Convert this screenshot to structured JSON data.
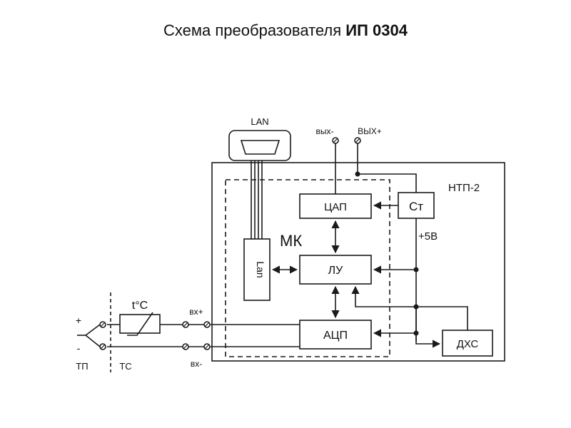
{
  "title": {
    "main": "Схема преобразователя",
    "model": "ИП 0304"
  },
  "labels": {
    "lan_connector": "LAN",
    "out_minus": "вых-",
    "out_plus": "ВЫХ+",
    "board": "НТП-2",
    "mk": "МК",
    "plus5v": "+5В",
    "dac": "ЦАП",
    "st": "Ст",
    "lu": "ЛУ",
    "adc": "АЦП",
    "dhs": "ДХС",
    "lan_module": "Lan",
    "tc_symbol": "t°C",
    "in_plus": "вх+",
    "in_minus": "вх-",
    "tp": "ТП",
    "tc": "ТС",
    "plus": "+",
    "minus": "-"
  },
  "colors": {
    "line": "#1a1a1a",
    "background": "#ffffff"
  }
}
